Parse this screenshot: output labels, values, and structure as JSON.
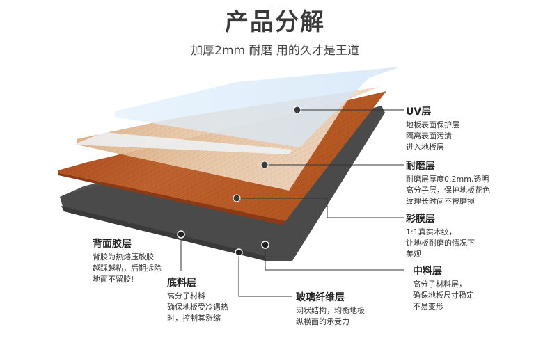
{
  "title": "产品分解",
  "subtitle": "加厚2mm 耐磨 用的久才是王道",
  "layers": [
    {
      "key": "uv",
      "name": "UV层",
      "desc": [
        "地板表面保护层",
        "隔离表面污渍",
        "进入地板层"
      ]
    },
    {
      "key": "wear",
      "name": "耐磨层",
      "desc": [
        "耐磨层厚度0.2mm,透明",
        "高分子层，保护地板花色",
        "纹理长时间不被磨损"
      ]
    },
    {
      "key": "film",
      "name": "彩膜层",
      "desc": [
        "1:1真实木纹，",
        "让地板耐磨的情况下",
        "美观"
      ]
    },
    {
      "key": "middle",
      "name": "中料层",
      "desc": [
        "高分子材料层，",
        "确保地板尺寸稳定",
        "不易变形"
      ]
    },
    {
      "key": "fiber",
      "name": "玻璃纤维层",
      "desc": [
        "网状结构，均衡地板",
        "纵横面的承受力"
      ]
    },
    {
      "key": "base",
      "name": "底料层",
      "desc": [
        "高分子材料",
        "确保地板受冷遇热",
        "时，控制其涨缩"
      ]
    },
    {
      "key": "back",
      "name": "背面胶层",
      "desc": [
        "背胶为热熔压敏胶",
        "越踩越粘，后期拆除",
        "地面不留胶!"
      ]
    }
  ],
  "colors": {
    "wood_light": "#e9c9a6",
    "wood_dark": "#b4582a",
    "base_gray": "#4a4a4a",
    "uv_blue": "#cfe5f8"
  }
}
